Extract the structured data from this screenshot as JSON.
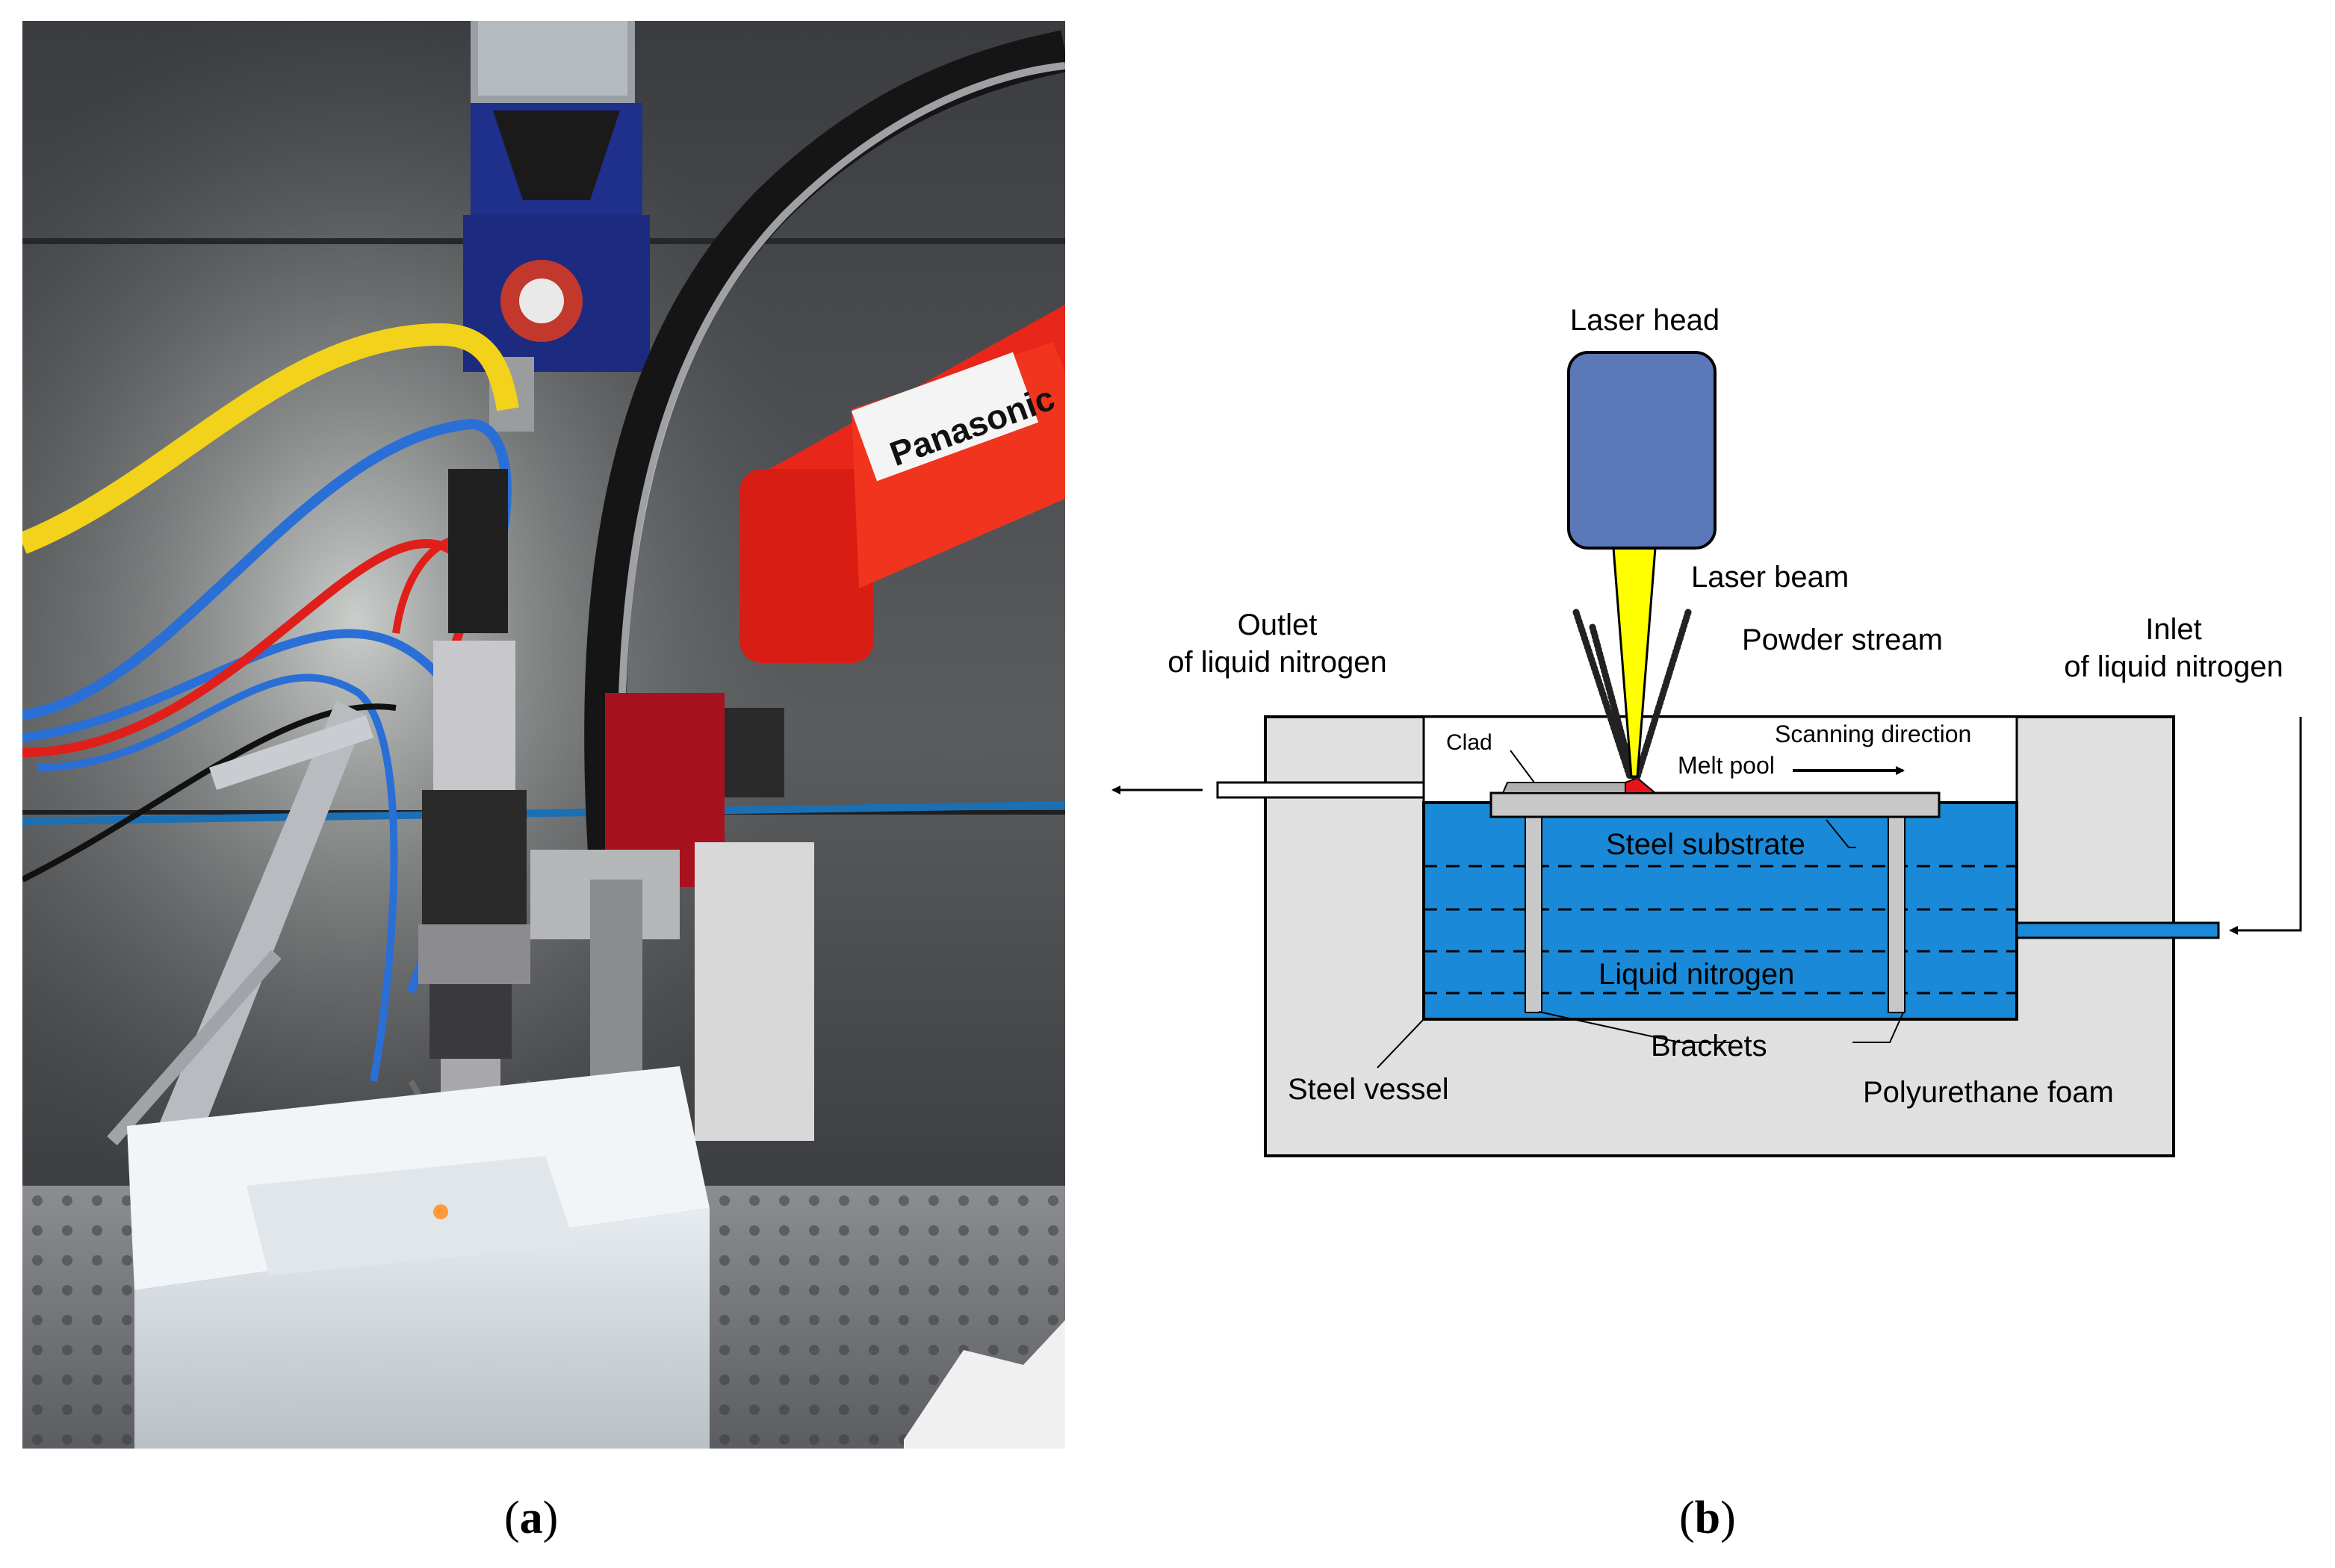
{
  "panel_a": {
    "robot_brand": "Panasonic",
    "label_open": "(",
    "label_letter": "a",
    "label_close": ")"
  },
  "panel_b": {
    "label_open": "(",
    "label_letter": "b",
    "label_close": ")",
    "labels": {
      "laser_head": "Laser head",
      "laser_beam": "Laser beam",
      "powder_stream": "Powder stream",
      "outlet_line1": "Outlet",
      "outlet_line2": "of liquid nitrogen",
      "inlet_line1": "Inlet",
      "inlet_line2": "of liquid nitrogen",
      "clad": "Clad",
      "scanning_direction": "Scanning direction",
      "melt_pool": "Melt pool",
      "steel_substrate": "Steel substrate",
      "liquid_nitrogen": "Liquid nitrogen",
      "brackets": "Brackets",
      "steel_vessel": "Steel vessel",
      "polyurethane_foam": "Polyurethane foam"
    },
    "colors": {
      "laser_head": "#5b79b8",
      "liquid_nitrogen": "#1a8ad8",
      "foam": "#e0e0e0",
      "laser_beam": "#ffff00",
      "melt_pool": "#e8141c",
      "substrate": "#c8c8c8"
    }
  }
}
